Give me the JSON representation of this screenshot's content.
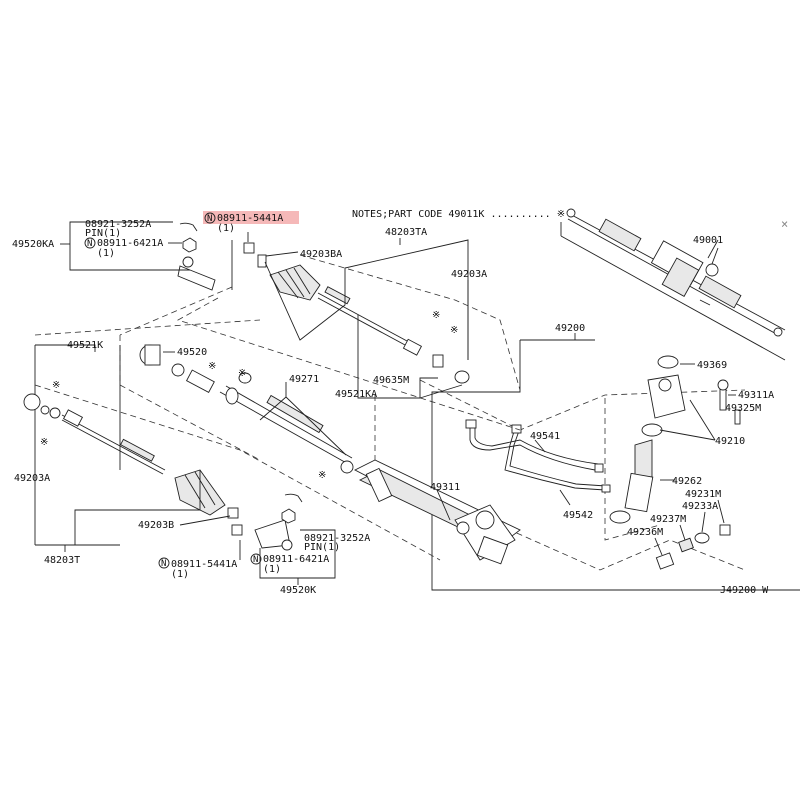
{
  "notes": {
    "text": "NOTES;PART CODE 49011K ..........",
    "star": "※"
  },
  "close_glyph": "×",
  "highlight_color": "#f2a0a0",
  "labels": {
    "p_49001": "49001",
    "p_49200": "49200",
    "p_49369": "49369",
    "p_49311A": "49311A",
    "p_49325M": "49325M",
    "p_49210": "49210",
    "p_49262": "49262",
    "p_49231M": "49231M",
    "p_49233A": "49233A",
    "p_49237M": "49237M",
    "p_49236M": "49236M",
    "p_49541": "49541",
    "p_49542": "49542",
    "p_49311": "49311",
    "p_49271": "49271",
    "p_49520": "49520",
    "p_49521K": "49521K",
    "p_49203A_l": "49203A",
    "p_49203B": "49203B",
    "p_48203T": "48203T",
    "p_N5441A_low": "08911-5441A",
    "p_N5441A_low_qty": "(1)",
    "p_49520K": "49520K",
    "p_08921_low": "08921-3252A",
    "p_pin_low": "PIN(1)",
    "p_N6421A_low": "08911-6421A",
    "p_N6421A_low_qty": "(1)",
    "p_08921_top": "08921-3252A",
    "p_pin_top": "PIN(1)",
    "p_N6421A_top": "08911-6421A",
    "p_N6421A_top_qty": "(1)",
    "p_49520KA": "49520KA",
    "p_N5441A_top": "08911-5441A",
    "p_N5441A_top_qty": "(1)",
    "p_49203BA": "49203BA",
    "p_48203TA": "48203TA",
    "p_49203A_r": "49203A",
    "p_49635M": "49635M",
    "p_49521KA": "49521KA",
    "p_footer": "J49200 W"
  },
  "n_symbol": "N"
}
